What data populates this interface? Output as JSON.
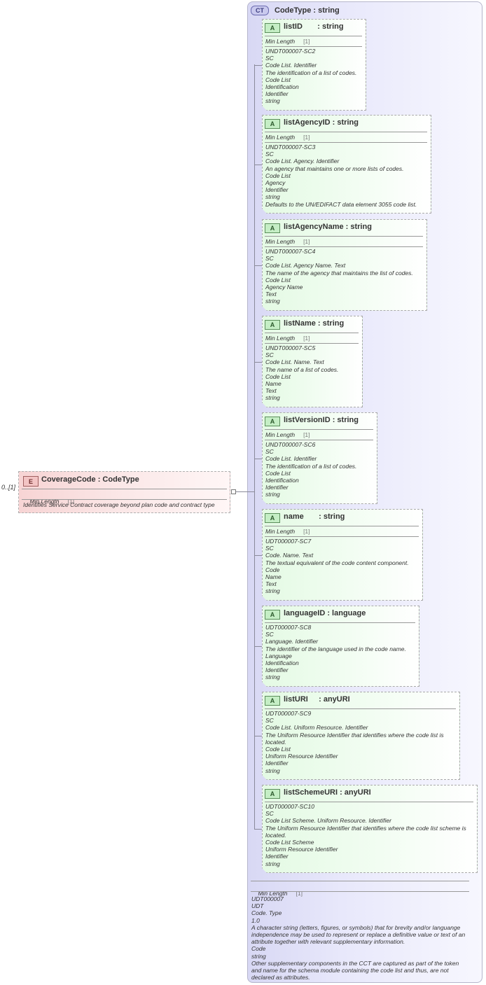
{
  "code_type": {
    "badge": "CT",
    "title": "CodeType : string"
  },
  "element": {
    "badge": "E",
    "title": "CoverageCode : CodeType",
    "multiplicity": "0..[1]",
    "facet_label": "Min Length",
    "facet_value": "[1]",
    "documentation": "Identifies Service Contract coverage beyond plan code and contract type"
  },
  "attributes": [
    {
      "badge": "A",
      "title": "listID       : string",
      "facet_label": "Min Length",
      "facet_value": "[1]",
      "doc": [
        "UNDT000007-SC2",
        "SC",
        "Code List. Identifier",
        "The identification of a list of codes.",
        "Code List",
        "Identification",
        "Identifier",
        "string"
      ]
    },
    {
      "badge": "A",
      "title": "listAgencyID : string",
      "facet_label": "Min Length",
      "facet_value": "[1]",
      "doc": [
        "UNDT000007-SC3",
        "SC",
        "Code List. Agency. Identifier",
        "An agency that maintains one or more lists of codes.",
        "Code List",
        "Agency",
        "Identifier",
        "string",
        "Defaults to the UN/EDIFACT data element 3055 code list."
      ]
    },
    {
      "badge": "A",
      "title": "listAgencyName : string",
      "facet_label": "Min Length",
      "facet_value": "[1]",
      "doc": [
        "UNDT000007-SC4",
        "SC",
        "Code List. Agency Name. Text",
        "The name of the agency that maintains the list of codes.",
        "Code List",
        "Agency Name",
        "Text",
        "string"
      ]
    },
    {
      "badge": "A",
      "title": "listName : string",
      "facet_label": "Min Length",
      "facet_value": "[1]",
      "doc": [
        "UNDT000007-SC5",
        "SC",
        "Code List. Name. Text",
        "The name of a list of codes.",
        "Code List",
        "Name",
        "Text",
        "string"
      ]
    },
    {
      "badge": "A",
      "title": "listVersionID : string",
      "facet_label": "Min Length",
      "facet_value": "[1]",
      "doc": [
        "UNDT000007-SC6",
        "SC",
        "Code List. Identifier",
        "The identification of a list of codes.",
        "Code List",
        "Identification",
        "Identifier",
        "string"
      ]
    },
    {
      "badge": "A",
      "title": "name       : string",
      "facet_label": "Min Length",
      "facet_value": "[1]",
      "doc": [
        "UDT000007-SC7",
        "SC",
        "Code. Name. Text",
        "The textual equivalent of the code content component.",
        "Code",
        "Name",
        "Text",
        "string"
      ]
    },
    {
      "badge": "A",
      "title": "languageID : language",
      "doc": [
        "UDT000007-SC8",
        "SC",
        "Language. Identifier",
        "The identifier of the language used in the code name.",
        "Language",
        "Identification",
        "Identifier",
        "string"
      ]
    },
    {
      "badge": "A",
      "title": "listURI     : anyURI",
      "doc": [
        "UDT000007-SC9",
        "SC",
        "Code List. Uniform Resource. Identifier",
        "The Uniform Resource Identifier that identifies where the code list is located.",
        "Code List",
        "Uniform Resource Identifier",
        "Identifier",
        "string"
      ]
    },
    {
      "badge": "A",
      "title": "listSchemeURI : anyURI",
      "doc": [
        "UDT000007-SC10",
        "SC",
        "Code List Scheme. Uniform Resource. Identifier",
        "The Uniform Resource Identifier that identifies where the code list scheme is located.",
        "Code List Scheme",
        "Uniform Resource Identifier",
        "Identifier",
        "string"
      ]
    }
  ],
  "code_type_facet": {
    "label": "Min Length",
    "value": "[1]"
  },
  "code_type_doc": [
    "UDT000007",
    "UDT",
    "Code. Type",
    "1.0",
    "A character string (letters, figures, or symbols) that for brevity and/or languange independence may be used to represent or replace a definitive value or text of an attribute together with relevant supplementary information.",
    "Code",
    "string",
    "Other supplementary components in the CCT are captured as part of the token and name for the schema module containing the code list and thus, are not declared as attributes."
  ]
}
